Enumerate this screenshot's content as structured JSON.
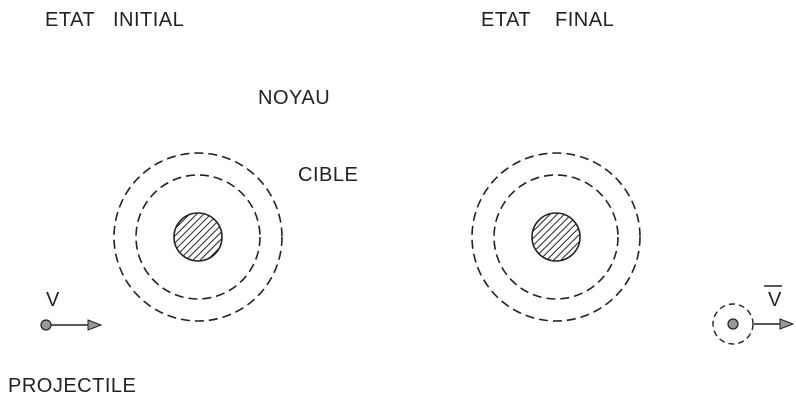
{
  "initial": {
    "title": "ETAT   INITIAL",
    "nucleus_label": "NOYAU",
    "target_label": "CIBLE",
    "velocity_label": "V",
    "projectile_label": "PROJECTILE"
  },
  "final": {
    "title": "ETAT    FINAL",
    "velocity_label": "V"
  },
  "colors": {
    "ink": "#222222",
    "nucleus_fill": "#bbbbbb",
    "particle_fill": "#999999"
  }
}
